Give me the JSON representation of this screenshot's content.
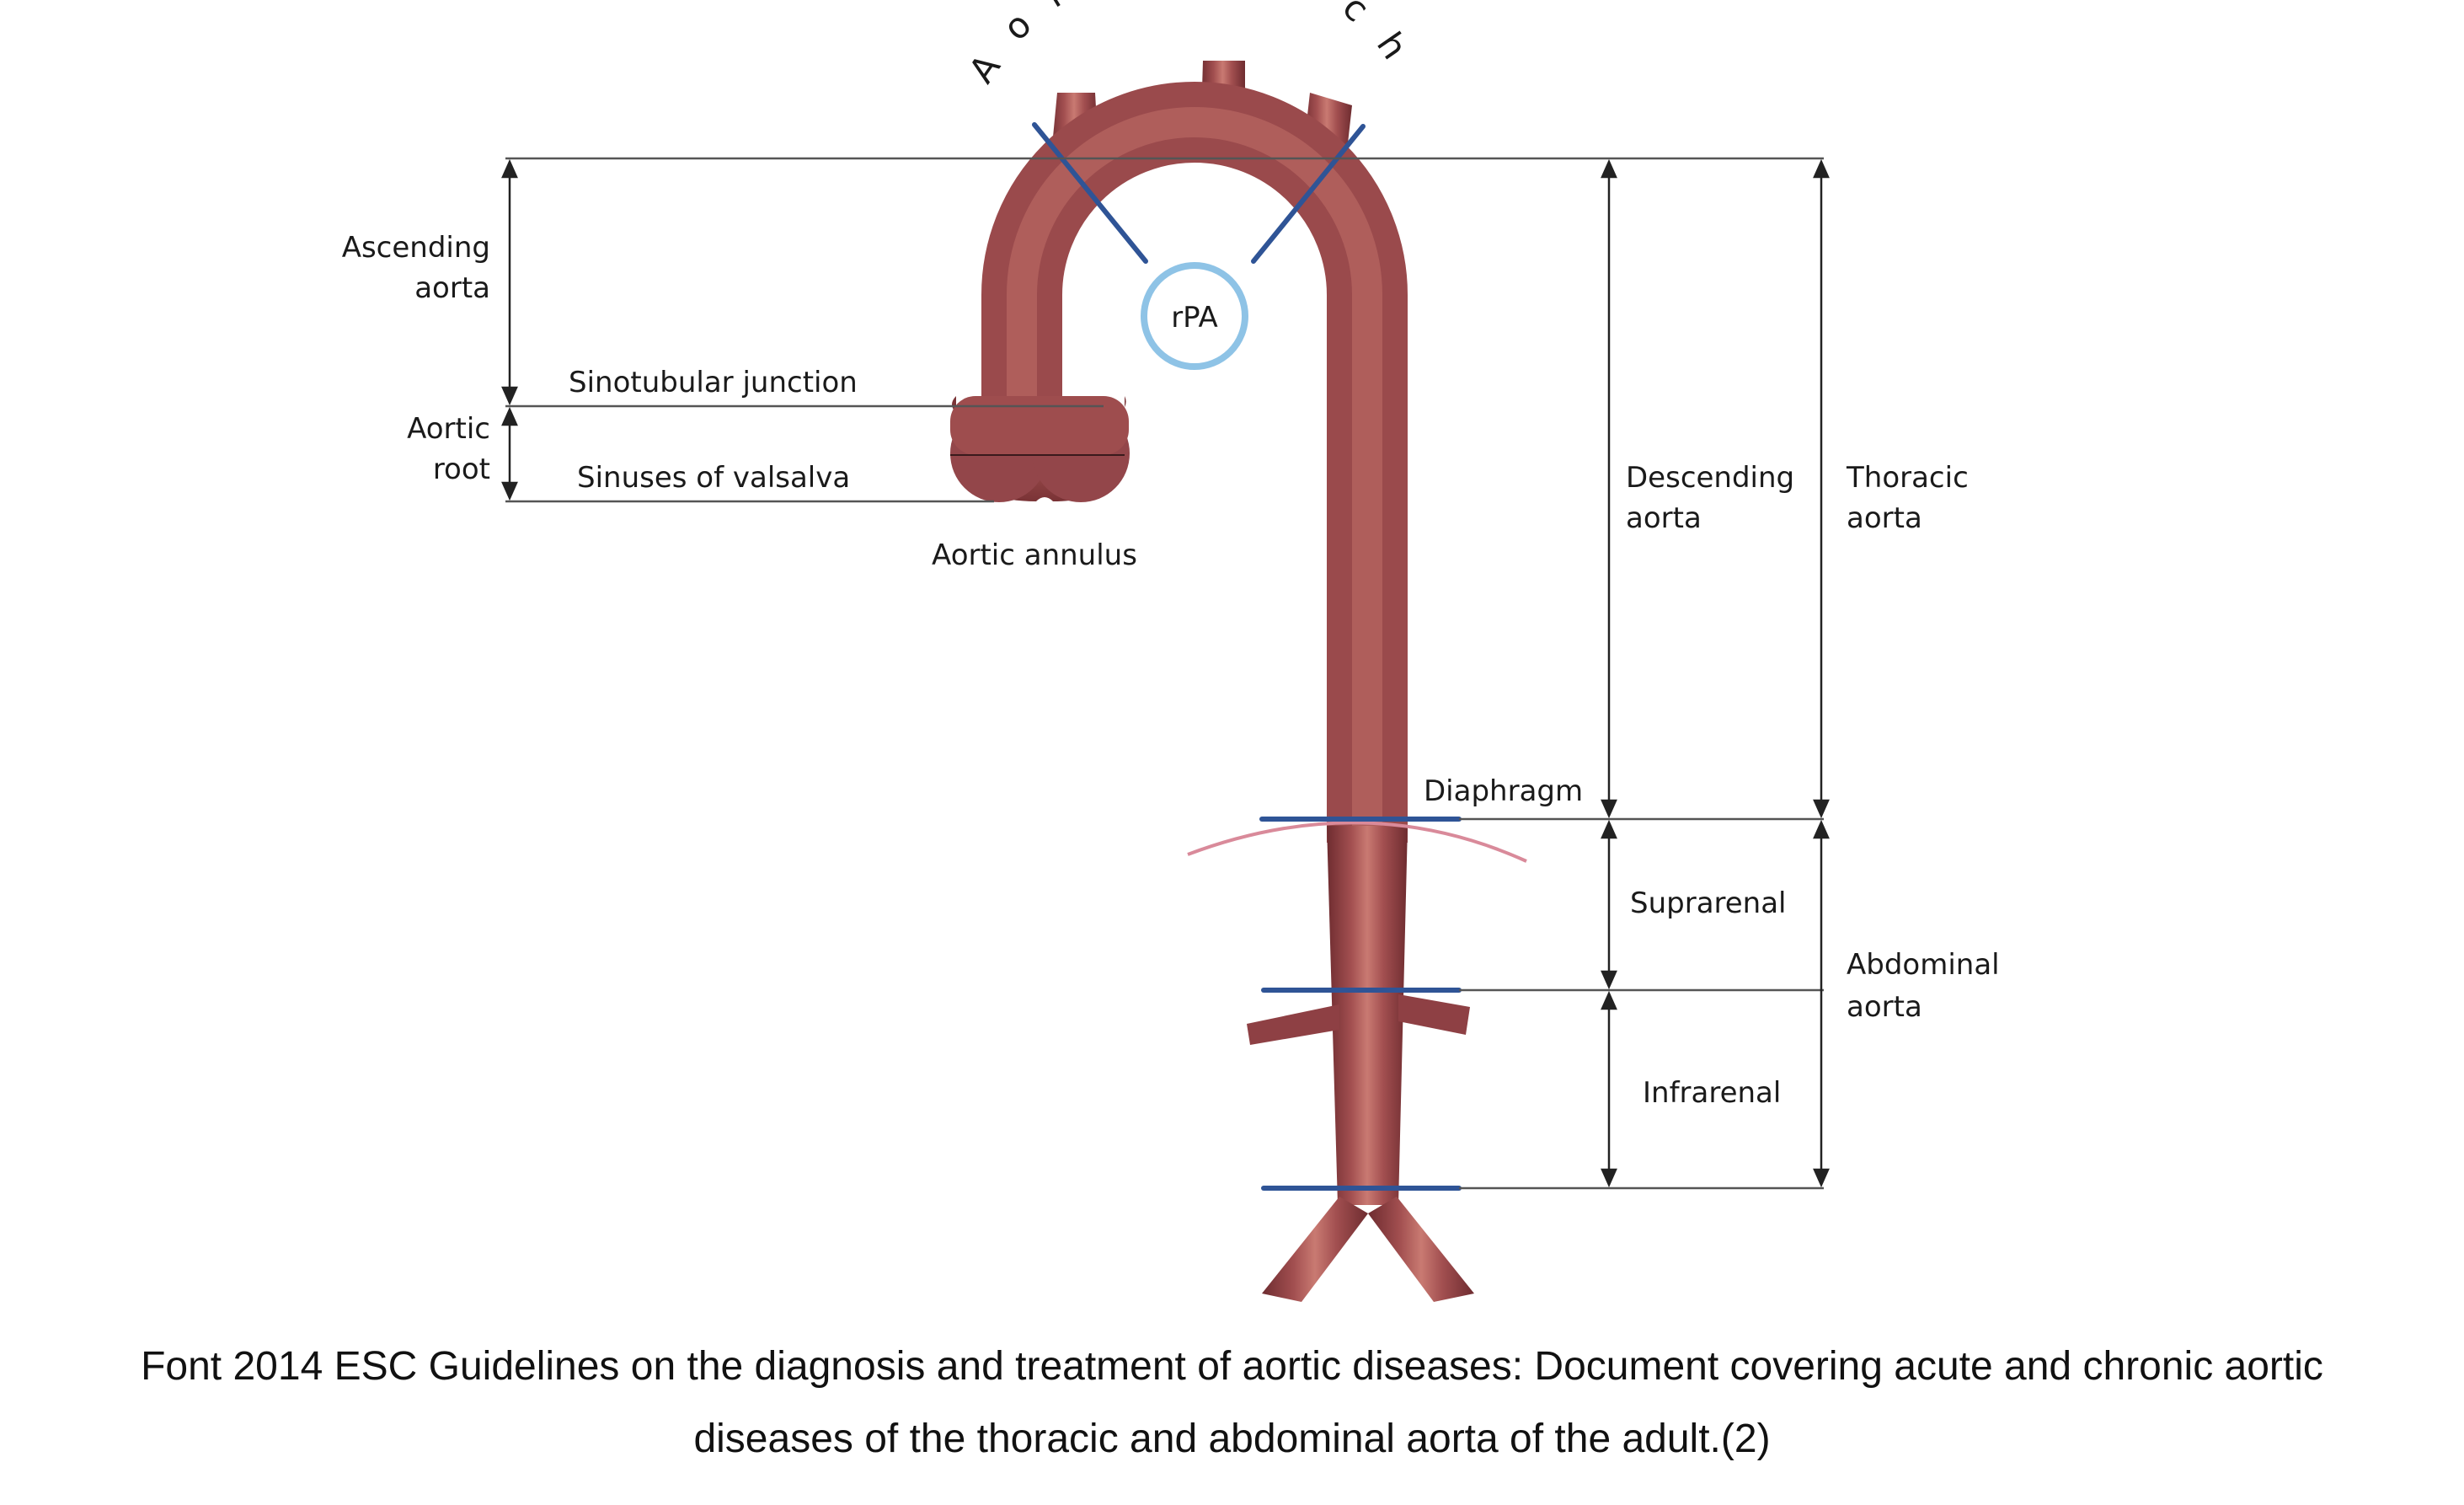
{
  "diagram": {
    "arch_title": "Aortic arch",
    "labels": {
      "ascending_1": "Ascending",
      "ascending_2": "aorta",
      "root_1": "Aortic",
      "root_2": "root",
      "sinotubular": "Sinotubular junction",
      "sinuses": "Sinuses of valsalva",
      "annulus": "Aortic annulus",
      "rpa": "rPA",
      "descending_1": "Descending",
      "descending_2": "aorta",
      "thoracic_1": "Thoracic",
      "thoracic_2": "aorta",
      "diaphragm": "Diaphragm",
      "suprarenal": "Suprarenal",
      "abdominal_1": "Abdominal",
      "abdominal_2": "aorta",
      "infrarenal": "Infrarenal"
    },
    "colors": {
      "aorta": "#9a4a4c",
      "aorta_highlight": "#c97a72",
      "aorta_dark": "#6e2c30",
      "marker_blue": "#2f5496",
      "rpa_ring": "#8ec3e6",
      "diaphragm_pink": "#d98a9a",
      "guide_line": "#555555"
    }
  },
  "caption": {
    "line1": "Font  2014 ESC Guidelines on the diagnosis and treatment of aortic diseases: Document covering acute and chronic aortic",
    "line2": "diseases of the thoracic and abdominal aorta of the adult.(2)"
  }
}
